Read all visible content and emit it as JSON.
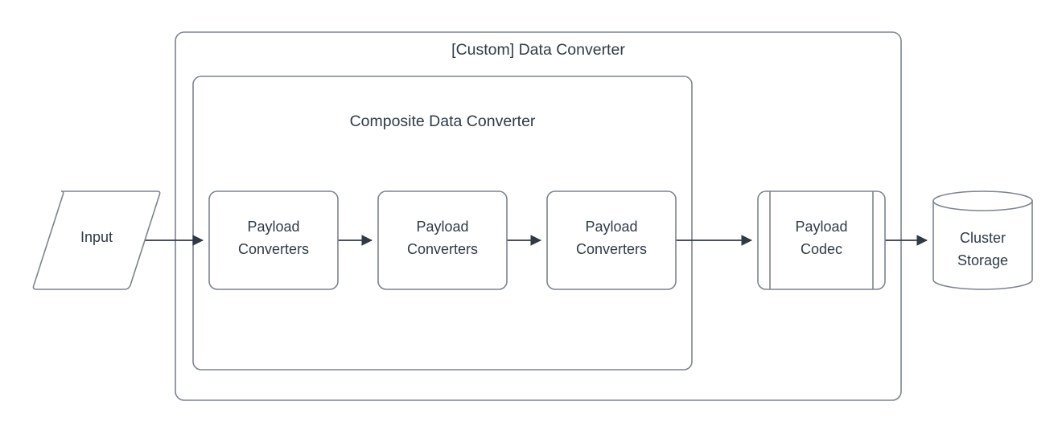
{
  "diagram": {
    "type": "flowchart",
    "title": "[Custom] Data Converter",
    "colors": {
      "shape_stroke": "#7b8492",
      "connector": "#2f3a46",
      "text": "#2e3b48",
      "background": "#ffffff"
    },
    "containers": [
      {
        "id": "custom-data-converter",
        "label": "[Custom] Data Converter",
        "shape": "rounded-rectangle"
      },
      {
        "id": "composite-data-converter",
        "label": "Composite Data Converter",
        "shape": "rounded-rectangle"
      }
    ],
    "nodes": [
      {
        "id": "input",
        "shape": "parallelogram",
        "label": "Input",
        "lines": [
          "Input"
        ]
      },
      {
        "id": "payload-converters-1",
        "shape": "rounded-rectangle",
        "label": "Payload Converters",
        "lines": [
          "Payload",
          "Converters"
        ]
      },
      {
        "id": "payload-converters-2",
        "shape": "rounded-rectangle",
        "label": "Payload Converters",
        "lines": [
          "Payload",
          "Converters"
        ]
      },
      {
        "id": "payload-converters-3",
        "shape": "rounded-rectangle",
        "label": "Payload Converters",
        "lines": [
          "Payload",
          "Converters"
        ]
      },
      {
        "id": "payload-codec",
        "shape": "predefined-process",
        "label": "Payload Codec",
        "lines": [
          "Payload",
          "Codec"
        ]
      },
      {
        "id": "cluster-storage",
        "shape": "cylinder",
        "label": "Cluster Storage",
        "lines": [
          "Cluster",
          "Storage"
        ]
      }
    ],
    "edges": [
      {
        "id": "edge-input-to-pc1",
        "from": "input",
        "to": "payload-converters-1",
        "arrow": "single",
        "label": ""
      },
      {
        "id": "edge-pc1-to-pc2",
        "from": "payload-converters-1",
        "to": "payload-converters-2",
        "arrow": "single",
        "label": ""
      },
      {
        "id": "edge-pc2-to-pc3",
        "from": "payload-converters-2",
        "to": "payload-converters-3",
        "arrow": "single",
        "label": ""
      },
      {
        "id": "edge-pc3-to-codec",
        "from": "payload-converters-3",
        "to": "payload-codec",
        "arrow": "single",
        "label": ""
      },
      {
        "id": "edge-codec-to-storage",
        "from": "payload-codec",
        "to": "cluster-storage",
        "arrow": "single",
        "label": ""
      }
    ]
  }
}
